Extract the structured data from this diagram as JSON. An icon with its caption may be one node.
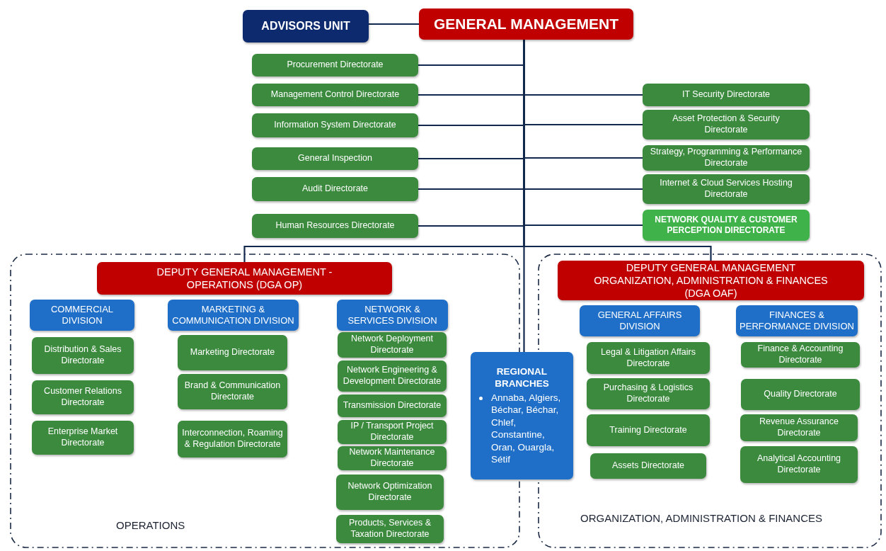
{
  "diagram": {
    "nodes": [
      {
        "text": [
          "ADVISORS UNIT"
        ]
      },
      {
        "text": [
          "GENERAL MANAGEMENT"
        ]
      },
      {
        "text": [
          "Procurement Directorate"
        ]
      },
      {
        "text": [
          "Management Control Directorate"
        ]
      },
      {
        "text": [
          "IT Security Directorate"
        ]
      },
      {
        "text": [
          "Information System Directorate"
        ]
      },
      {
        "text": [
          "Asset Protection & Security Directorate"
        ]
      },
      {
        "text": [
          "General Inspection"
        ]
      },
      {
        "text": [
          "Strategy, Programming & Performance Directorate"
        ]
      },
      {
        "text": [
          "Audit Directorate"
        ]
      },
      {
        "text": [
          "Internet & Cloud Services Hosting Directorate"
        ]
      },
      {
        "text": [
          "Human Resources Directorate"
        ]
      },
      {
        "text": [
          "NETWORK QUALITY & CUSTOMER PERCEPTION DIRECTORATE"
        ]
      },
      {
        "text": [
          "OPERATIONS"
        ]
      },
      {
        "text": [
          "DEPUTY GENERAL MANAGEMENT - OPERATIONS (DGA OP)"
        ],
        "in": 13
      },
      {
        "text": [
          "COMMERCIAL DIVISION"
        ],
        "in": 13
      },
      {
        "text": [
          "MARKETING & COMMUNICATION DIVISION"
        ],
        "in": 13
      },
      {
        "text": [
          "NETWORK & SERVICES DIVISION"
        ],
        "in": 13
      },
      {
        "text": [
          "Distribution & Sales Directorate"
        ],
        "in": 13
      },
      {
        "text": [
          "Customer Relations Directorate"
        ],
        "in": 13
      },
      {
        "text": [
          "Enterprise Market Directorate"
        ],
        "in": 13
      },
      {
        "text": [
          "Marketing Directorate"
        ],
        "in": 13
      },
      {
        "text": [
          "Brand & Communication Directorate"
        ],
        "in": 13
      },
      {
        "text": [
          "Interconnection, Roaming & Regulation Directorate"
        ],
        "in": 13
      },
      {
        "text": [
          "Network Deployment Directorate"
        ],
        "in": 13
      },
      {
        "text": [
          "Network Engineering & Development Directorate"
        ],
        "in": 13
      },
      {
        "text": [
          "Transmission Directorate"
        ],
        "in": 13
      },
      {
        "text": [
          "IP / Transport Project Directorate"
        ],
        "in": 13
      },
      {
        "text": [
          "Network Maintenance Directorate"
        ],
        "in": 13
      },
      {
        "text": [
          "Network Optimization Directorate"
        ],
        "in": 13
      },
      {
        "text": [
          "Products, Services & Taxation Directorate"
        ],
        "in": 13
      },
      {
        "text": [
          "REGIONAL BRANCHES",
          "Annaba, Algiers, Béchar, Béchar, Chlef, Constantine, Oran, Ouargla, Sétif"
        ]
      },
      {
        "text": [
          "ORGANIZATION, ADMINISTRATION & FINANCES"
        ]
      },
      {
        "text": [
          "DEPUTY GENERAL MANAGEMENT ORGANIZATION, ADMINISTRATION & FINANCES (DGA OAF)"
        ],
        "in": 32
      },
      {
        "text": [
          "GENERAL AFFAIRS DIVISION"
        ],
        "in": 32
      },
      {
        "text": [
          "FINANCES & PERFORMANCE DIVISION"
        ],
        "in": 32
      },
      {
        "text": [
          "Legal & Litigation Affairs Directorate"
        ],
        "in": 32
      },
      {
        "text": [
          "Purchasing & Logistics Directorate"
        ],
        "in": 32
      },
      {
        "text": [
          "Training Directorate"
        ],
        "in": 32
      },
      {
        "text": [
          "Assets Directorate"
        ],
        "in": 32
      },
      {
        "text": [
          "Finance & Accounting Directorate"
        ],
        "in": 32
      },
      {
        "text": [
          "Quality Directorate"
        ],
        "in": 32
      },
      {
        "text": [
          "Revenue Assurance Directorate"
        ],
        "in": 32
      },
      {
        "text": [
          "Analytical Accounting Directorate"
        ],
        "in": 32
      }
    ],
    "edges": [
      {
        "from": 1,
        "to": 0,
        "arrow": "none"
      },
      {
        "from": 1,
        "to": 2,
        "arrow": "none"
      },
      {
        "from": 1,
        "to": 3,
        "arrow": "none"
      },
      {
        "from": 1,
        "to": 4,
        "arrow": "none"
      },
      {
        "from": 1,
        "to": 5,
        "arrow": "none"
      },
      {
        "from": 1,
        "to": 6,
        "arrow": "none"
      },
      {
        "from": 1,
        "to": 7,
        "arrow": "none"
      },
      {
        "from": 1,
        "to": 8,
        "arrow": "none"
      },
      {
        "from": 1,
        "to": 9,
        "arrow": "none"
      },
      {
        "from": 1,
        "to": 10,
        "arrow": "none"
      },
      {
        "from": 1,
        "to": 11,
        "arrow": "none"
      },
      {
        "from": 1,
        "to": 12,
        "arrow": "none"
      },
      {
        "from": 1,
        "to": 14,
        "arrow": "none"
      },
      {
        "from": 1,
        "to": 33,
        "arrow": "none"
      },
      {
        "from": 1,
        "to": 31,
        "arrow": "none"
      }
    ]
  }
}
